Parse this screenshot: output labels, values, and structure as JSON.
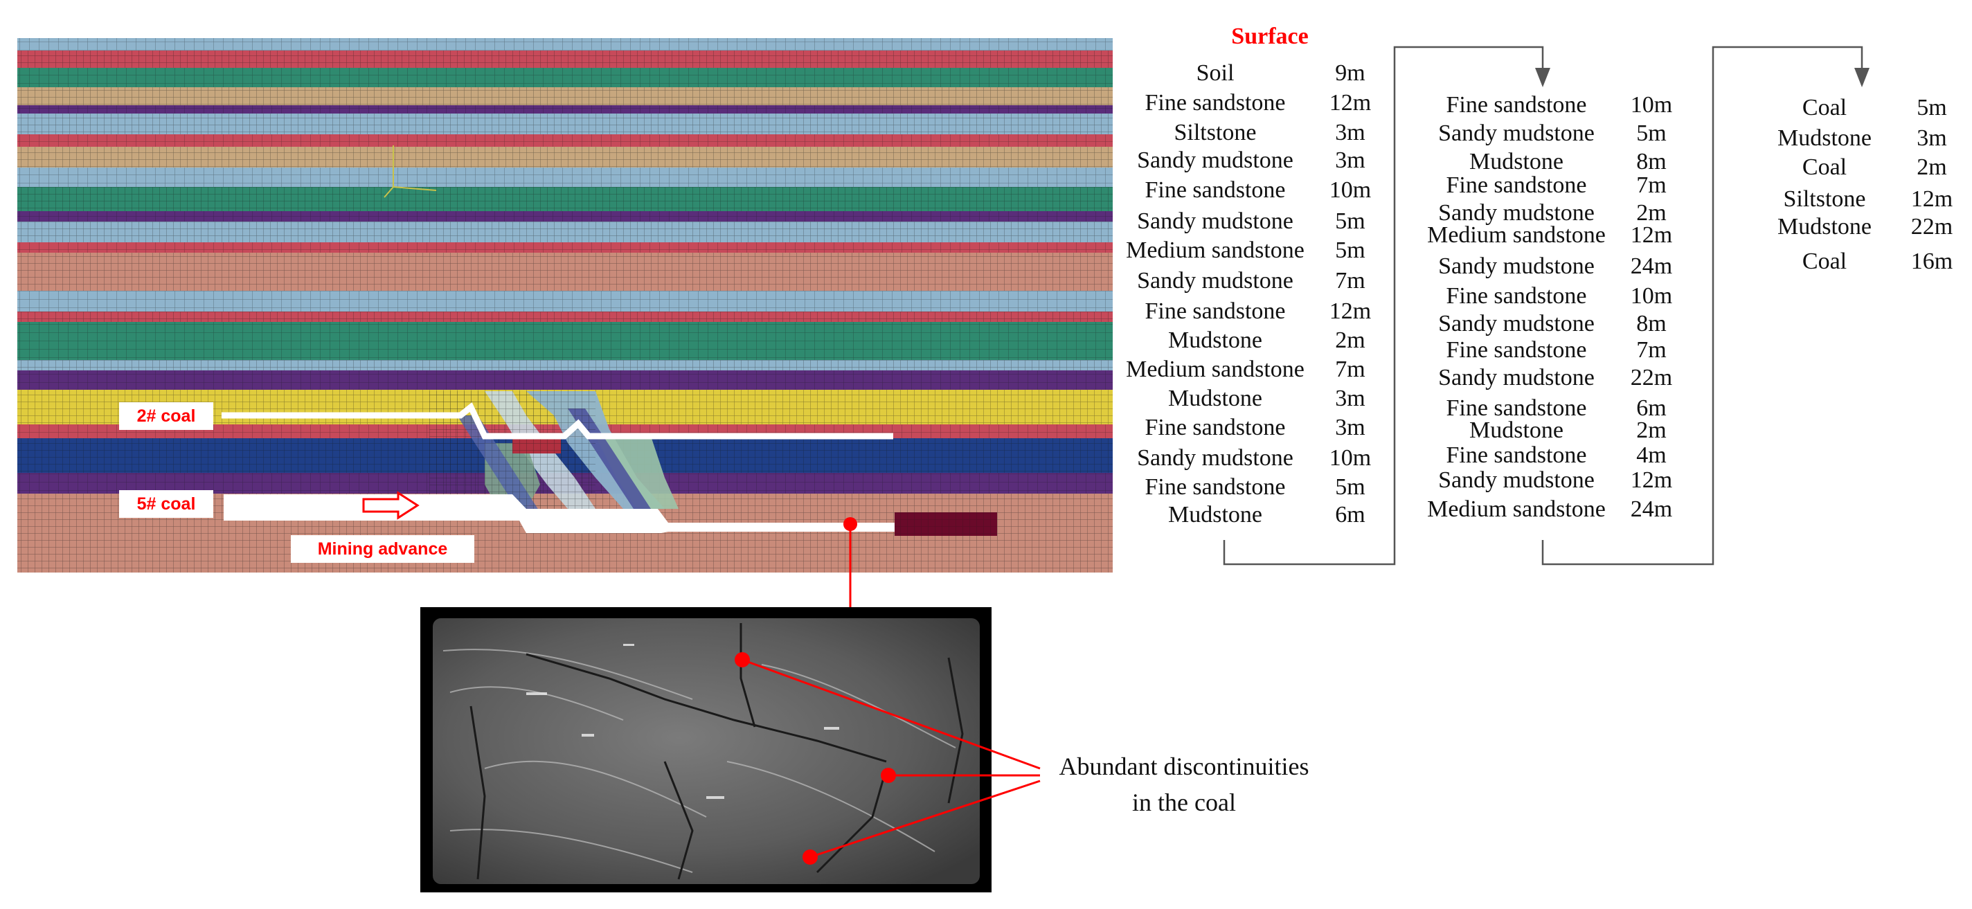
{
  "surface_label": "Surface",
  "strata_columns": [
    [
      {
        "name": "Soil",
        "thickness": "9m"
      },
      {
        "name": "Fine sandstone",
        "thickness": "12m"
      },
      {
        "name": "Siltstone",
        "thickness": "3m"
      },
      {
        "name": "Sandy mudstone",
        "thickness": "3m"
      },
      {
        "name": "Fine sandstone",
        "thickness": "10m"
      },
      {
        "name": "Sandy mudstone",
        "thickness": "5m"
      },
      {
        "name": "Medium sandstone",
        "thickness": "5m"
      },
      {
        "name": "Sandy mudstone",
        "thickness": "7m"
      },
      {
        "name": "Fine sandstone",
        "thickness": "12m"
      },
      {
        "name": "Mudstone",
        "thickness": "2m"
      },
      {
        "name": "Medium sandstone",
        "thickness": "7m"
      },
      {
        "name": "Mudstone",
        "thickness": "3m"
      },
      {
        "name": "Fine sandstone",
        "thickness": "3m"
      },
      {
        "name": "Sandy mudstone",
        "thickness": "10m"
      },
      {
        "name": "Fine sandstone",
        "thickness": "5m"
      },
      {
        "name": "Mudstone",
        "thickness": "6m"
      }
    ],
    [
      {
        "name": "Fine sandstone",
        "thickness": "10m"
      },
      {
        "name": "Sandy mudstone",
        "thickness": "5m"
      },
      {
        "name": "Mudstone",
        "thickness": "8m"
      },
      {
        "name": "Fine sandstone",
        "thickness": "7m"
      },
      {
        "name": "Sandy mudstone",
        "thickness": "2m"
      },
      {
        "name": "Medium sandstone",
        "thickness": "12m"
      },
      {
        "name": "Sandy mudstone",
        "thickness": "24m"
      },
      {
        "name": "Fine sandstone",
        "thickness": "10m"
      },
      {
        "name": "Sandy mudstone",
        "thickness": "8m"
      },
      {
        "name": "Fine sandstone",
        "thickness": "7m"
      },
      {
        "name": "Sandy mudstone",
        "thickness": "22m"
      },
      {
        "name": "Fine sandstone",
        "thickness": "6m"
      },
      {
        "name": "Mudstone",
        "thickness": "2m"
      },
      {
        "name": "Fine sandstone",
        "thickness": "4m"
      },
      {
        "name": "Sandy mudstone",
        "thickness": "12m"
      },
      {
        "name": "Medium sandstone",
        "thickness": "24m"
      }
    ],
    [
      {
        "name": "Coal",
        "thickness": "5m"
      },
      {
        "name": "Mudstone",
        "thickness": "3m"
      },
      {
        "name": "Coal",
        "thickness": "2m"
      },
      {
        "name": "Siltstone",
        "thickness": "12m"
      },
      {
        "name": "Mudstone",
        "thickness": "22m"
      },
      {
        "name": "Coal",
        "thickness": "16m"
      }
    ]
  ],
  "model_labels": {
    "coal_seam_2": "2# coal",
    "coal_seam_5": "5# coal",
    "mining_advance": "Mining advance"
  },
  "callout": {
    "line1": "Abundant discontinuities",
    "line2": "in the coal"
  },
  "colors": {
    "highlight": "#ff0000",
    "soil": "#c98b7a",
    "fine_sandstone": "#2f8a6f",
    "sandy_mudstone": "#5a2d7a",
    "mudstone": "#8fb4cc",
    "siltstone": "#c7a77e",
    "medium_sandstone": "#c74a5a",
    "coal_yellow": "#e0cc3e",
    "coal_blue": "#1f3f88"
  }
}
